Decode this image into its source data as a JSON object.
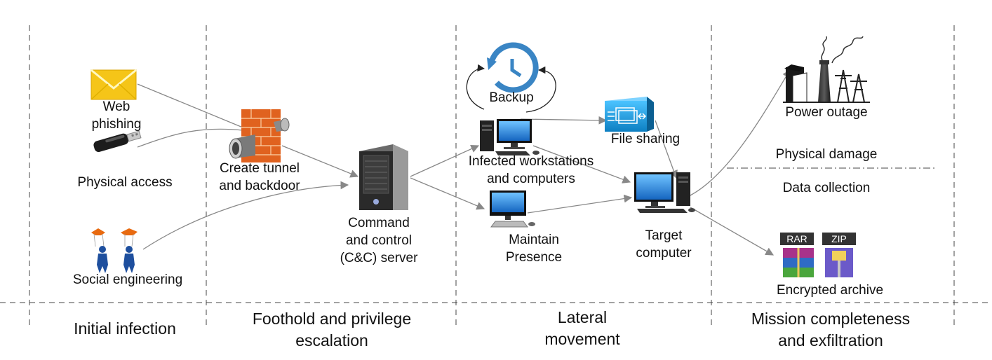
{
  "phases": {
    "initial": "Initial infection",
    "foothold": [
      "Foothold and privilege",
      "escalation"
    ],
    "lateral": [
      "Lateral",
      "movement"
    ],
    "mission": [
      "Mission completeness",
      "and exfiltration"
    ]
  },
  "nodes": {
    "web_phishing": [
      "Web",
      "phishing"
    ],
    "physical_access": "Physical access",
    "social_engineering": "Social engineering",
    "tunnel": [
      "Create tunnel",
      "and backdoor"
    ],
    "cc_server": [
      "Command",
      "and control",
      "(C&C) server"
    ],
    "backup": "Backup",
    "infected": [
      "Infected workstations",
      "and computers"
    ],
    "file_sharing": "File sharing",
    "maintain": [
      "Maintain",
      "Presence"
    ],
    "target": [
      "Target",
      "computer"
    ],
    "power_outage": "Power outage",
    "physical_damage": "Physical damage",
    "data_collection": "Data collection",
    "encrypted_archive": "Encrypted archive",
    "rar_badge": "RAR",
    "zip_badge": "ZIP"
  },
  "colors": {
    "edge": "#888888",
    "divider": "#444444",
    "envelope": "#f5c518",
    "firewall": "#e0621f",
    "backup": "#3a85c4",
    "file_sharing": "#1a9ad6",
    "people": "#e86a10",
    "monitor": "#1e88d8"
  }
}
